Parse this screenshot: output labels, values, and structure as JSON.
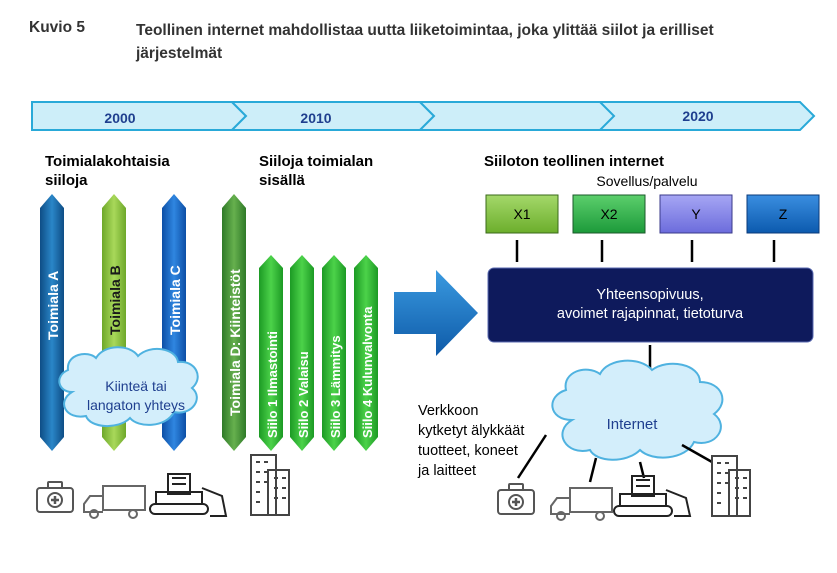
{
  "caption": {
    "label": "Kuvio 5",
    "title": "Teollinen internet mahdollistaa uutta liiketoimintaa, joka ylittää siilot ja erilliset järjestelmät"
  },
  "timeline": {
    "years": [
      "2000",
      "2010",
      "2020"
    ]
  },
  "headings": {
    "left_line1": "Toimialakohtaisia",
    "left_line2": "siiloja",
    "middle_line1": "Siiloja toimialan",
    "middle_line2": "sisällä",
    "right": "Siiloton teollinen internet"
  },
  "industries": [
    "Toimiala A",
    "Toimiala B",
    "Toimiala C",
    "Toimiala D: Kiinteistöt"
  ],
  "silos": [
    "Siilo 1 Ilmastointi",
    "Siilo 2  Valaisu",
    "Siilo 3 Lämmitys",
    "Siilo 4 Kulunvalvonta"
  ],
  "left_cloud": {
    "line1": "Kiinteä tai",
    "line2": "langaton yhteys"
  },
  "services": {
    "label": "Sovellus/palvelu",
    "boxes": [
      "X1",
      "X2",
      "Y",
      "Z"
    ]
  },
  "platform": {
    "line1": "Yhteensopivuus,",
    "line2": "avoimet rajapinnat, tietoturva"
  },
  "internet_cloud": {
    "label": "Internet"
  },
  "devices_text": [
    "Verkkoon",
    "kytketyt älykkäät",
    "tuotteet, koneet",
    "ja laitteet"
  ],
  "colors": {
    "timeline_fill": "#cdeef9",
    "timeline_stroke": "#29a9d8",
    "year_text": "#1f3f8f",
    "industry_a": "#1a6aa8",
    "industry_b": "#8cc33f",
    "industry_c": "#1565c0",
    "industry_d": "#4a9a3a",
    "silo": "#2aae2a",
    "arrow": "#1a74c4",
    "x1": "#7fc33c",
    "x2": "#29b04a",
    "y": "#8080e8",
    "z": "#1a70c6",
    "platform": "#0e1a5c",
    "cloud_fill": "#d3eefb",
    "cloud_stroke": "#4fb2e0",
    "cloud_text": "#1f3f8f"
  },
  "icons": [
    "medical-case-icon",
    "truck-icon",
    "bulldozer-icon",
    "building-icon"
  ]
}
